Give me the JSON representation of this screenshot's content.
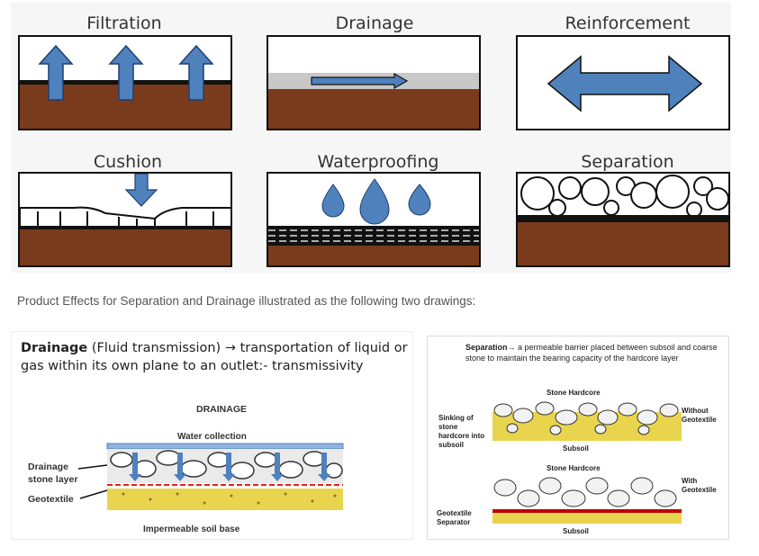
{
  "functions": [
    {
      "key": "filtration",
      "label": "Filtration"
    },
    {
      "key": "drainage",
      "label": "Drainage"
    },
    {
      "key": "reinforcement",
      "label": "Reinforcement"
    },
    {
      "key": "cushion",
      "label": "Cushion"
    },
    {
      "key": "waterproofing",
      "label": "Waterproofing"
    },
    {
      "key": "separation",
      "label": "Separation"
    }
  ],
  "caption": "Product Effects for Separation and Drainage illustrated as the following two drawings:",
  "drainage_drawing": {
    "heading_bold": "Drainage",
    "heading_rest": " (Fluid transmission) → transportation of liquid or gas within its own plane to an outlet:- transmissivity",
    "title": "DRAINAGE",
    "water_collection": "Water collection",
    "stone_layer": "Drainage stone layer",
    "geotextile": "Geotextile",
    "soil_base": "Impermeable soil base"
  },
  "separation_drawing": {
    "heading_bold": "Separation→",
    "heading_rest": " a permeable barrier placed between subsoil and coarse stone to maintain the bearing capacity of the hardcore layer",
    "stone_hardcore_top": "Stone Hardcore",
    "sinking": "Sinking of stone hardcore into subsoil",
    "without": "Without Geotextile",
    "subsoil_top": "Subsoil",
    "stone_hardcore_bottom": "Stone Hardcore",
    "with": "With Geotextile",
    "separator": "Geotextile Separator",
    "subsoil_bottom": "Subsoil"
  },
  "colors": {
    "soil": "#7a3b1c",
    "arrow_blue": "#4f81bd",
    "gravel_yellow": "#e8d44d",
    "separator_red": "#c00000"
  }
}
